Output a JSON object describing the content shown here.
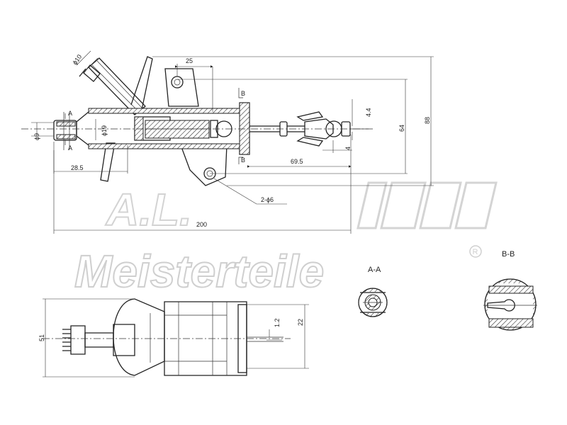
{
  "dimensions": {
    "d10": "ϕ10",
    "d25": "25",
    "d9": "ϕ9",
    "d19": "ϕ19",
    "d28_5": "28.5",
    "d69_5": "69.5",
    "d4_4": "4.4",
    "d4": "4",
    "d64": "64",
    "d88": "88",
    "holes": "2-ϕ6",
    "d200": "200",
    "d51": "51",
    "d1_2": "1.2",
    "d22": "22"
  },
  "markers": {
    "a_upper": "A",
    "a_lower": "A",
    "b_upper": "B",
    "b_lower": "B"
  },
  "sections": {
    "aa": "A-A",
    "bb": "B-B"
  },
  "watermark": {
    "logo": "A.L.",
    "brand": "Meisterteile",
    "registered": "R"
  }
}
